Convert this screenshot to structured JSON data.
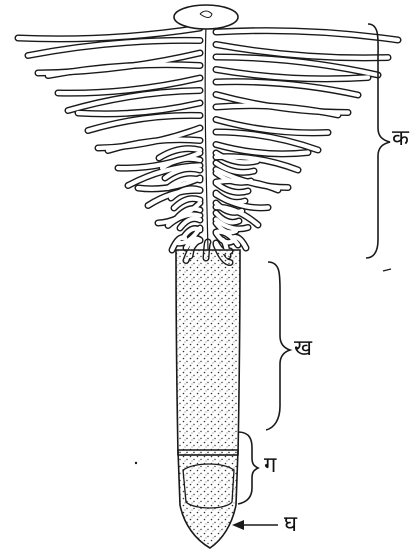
{
  "labels": {
    "ka": "क",
    "kha": "ख",
    "ga": "ग",
    "gha": "घ"
  },
  "colors": {
    "ink": "#1a1a1a",
    "stipple": "#333333",
    "paper": "#ffffff"
  }
}
